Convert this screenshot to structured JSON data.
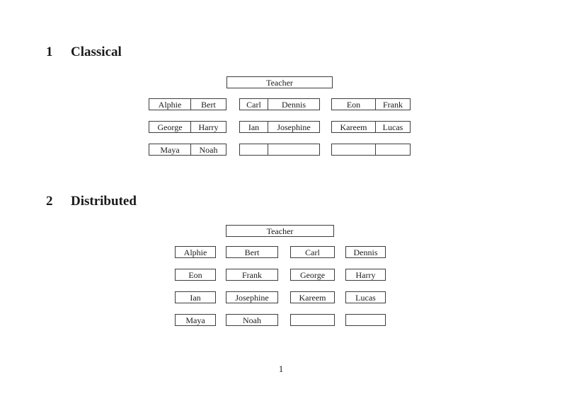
{
  "page_number": "1",
  "sections": [
    {
      "heading_number": "1",
      "heading_title": "Classical",
      "teacher_label": "Teacher",
      "rows": [
        [
          [
            "Alphie",
            "Bert"
          ],
          [
            "Carl",
            "Dennis"
          ],
          [
            "Eon",
            "Frank"
          ]
        ],
        [
          [
            "George",
            "Harry"
          ],
          [
            "Ian",
            "Josephine"
          ],
          [
            "Kareem",
            "Lucas"
          ]
        ],
        [
          [
            "Maya",
            "Noah"
          ],
          [
            "",
            ""
          ],
          [
            "",
            ""
          ]
        ]
      ]
    },
    {
      "heading_number": "2",
      "heading_title": "Distributed",
      "teacher_label": "Teacher",
      "rows": [
        [
          [
            "Alphie"
          ],
          [
            "Bert"
          ],
          [
            "Carl"
          ],
          [
            "Dennis"
          ]
        ],
        [
          [
            "Eon"
          ],
          [
            "Frank"
          ],
          [
            "George"
          ],
          [
            "Harry"
          ]
        ],
        [
          [
            "Ian"
          ],
          [
            "Josephine"
          ],
          [
            "Kareem"
          ],
          [
            "Lucas"
          ]
        ],
        [
          [
            "Maya"
          ],
          [
            "Noah"
          ],
          [
            ""
          ],
          [
            ""
          ]
        ]
      ]
    }
  ],
  "colors": {
    "box_border": "#3d3d3d",
    "text": "#1a1a1a",
    "background": "#ffffff"
  }
}
